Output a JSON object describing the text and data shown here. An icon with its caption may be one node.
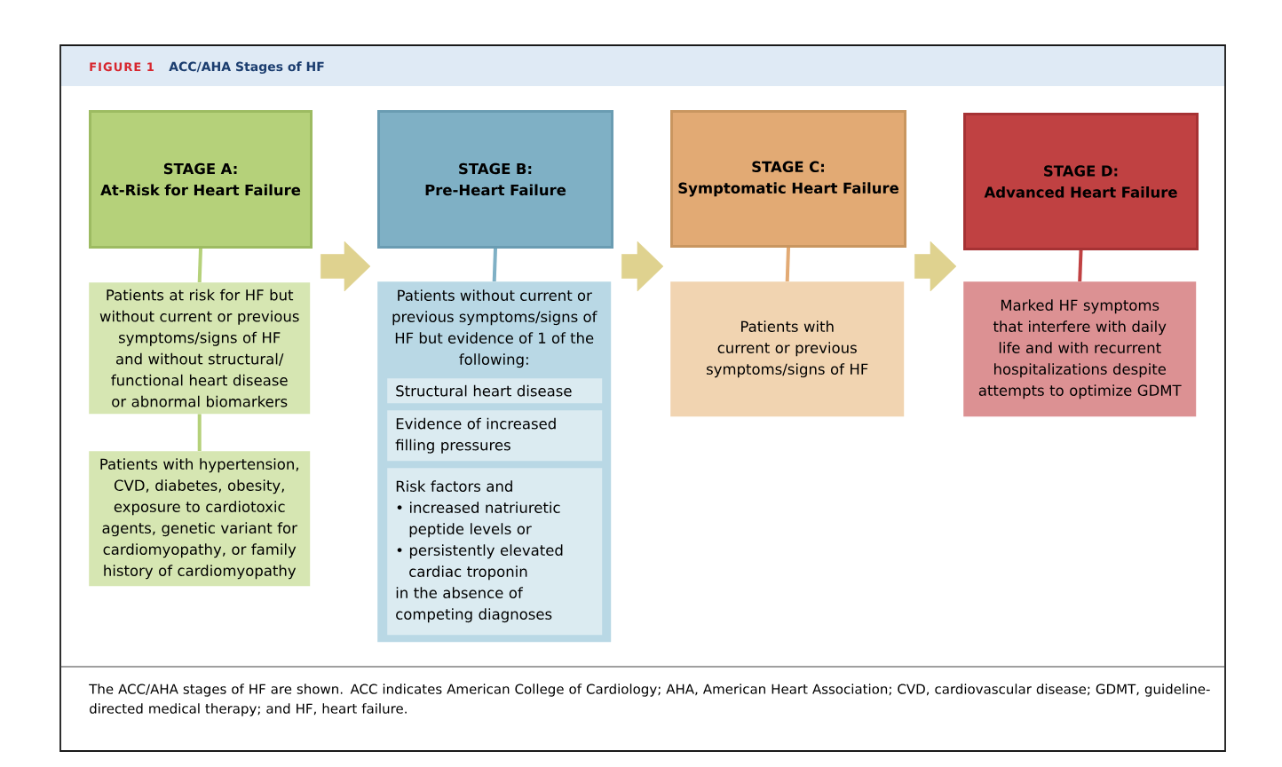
{
  "diagram": {
    "title": "ACC/AHA Stages of HF",
    "caption": "The ACC/AHA stages of HF are shown. ACC indicates American College of Cardiology; AHA, American Heart Association; CVD, cardiovascular disease; GDMT, guideline-directed medical therapy; and HF, heart failure.",
    "nodes": [
      {
        "text": [
          "STAGE A:",
          "At-Risk for Heart Failure"
        ]
      },
      {
        "text": [
          "Patients at risk for HF but without current or previous symptoms/signs of HF and without structural/ functional heart disease or abnormal biomarkers"
        ]
      },
      {
        "text": [
          "Patients with hypertension, CVD, diabetes, obesity, exposure to cardiotoxic agents, genetic variant for cardiomyopathy, or family history of cardiomyopathy"
        ]
      },
      {
        "text": [
          "STAGE B:",
          "Pre-Heart Failure"
        ]
      },
      {
        "text": [
          "Patients without current or previous symptoms/signs of HF but evidence of 1 of the following:"
        ]
      },
      {
        "text": [
          "Structural heart disease"
        ],
        "in": 4
      },
      {
        "text": [
          "Evidence of increased filling pressures"
        ],
        "in": 4
      },
      {
        "text": [
          "Risk factors and",
          "• increased natriuretic peptide levels or",
          "• persistently elevated cardiac troponin",
          "in the absence of competing diagnoses"
        ],
        "in": 4
      },
      {
        "text": [
          "STAGE C:",
          "Symptomatic Heart Failure"
        ]
      },
      {
        "text": [
          "Patients with current or previous symptoms/signs of HF"
        ]
      },
      {
        "text": [
          "STAGE D:",
          "Advanced Heart Failure"
        ]
      },
      {
        "text": [
          "Marked HF symptoms that interfere with daily life and with recurrent hospitalizations despite attempts to optimize GDMT"
        ]
      }
    ],
    "edges": [
      {
        "from": 0,
        "to": 1,
        "arrow": "none",
        "color": "#b5d17a"
      },
      {
        "from": 1,
        "to": 2,
        "arrow": "none",
        "color": "#b5d17a"
      },
      {
        "from": 3,
        "to": 4,
        "arrow": "none",
        "color": "#7fb0c5"
      },
      {
        "from": 8,
        "to": 9,
        "arrow": "none",
        "color": "#e2aa74"
      },
      {
        "from": 10,
        "to": 11,
        "arrow": "none",
        "color": "#c04142"
      },
      {
        "from": 1,
        "to": 4,
        "arrow": "to",
        "style": "thick",
        "color": "#dfd28f"
      },
      {
        "from": 4,
        "to": 9,
        "arrow": "to",
        "style": "thick",
        "color": "#dfd28f"
      },
      {
        "from": 9,
        "to": 11,
        "arrow": "to",
        "style": "thick",
        "color": "#dfd28f"
      }
    ],
    "labels": [
      "FIGURE 1"
    ]
  }
}
